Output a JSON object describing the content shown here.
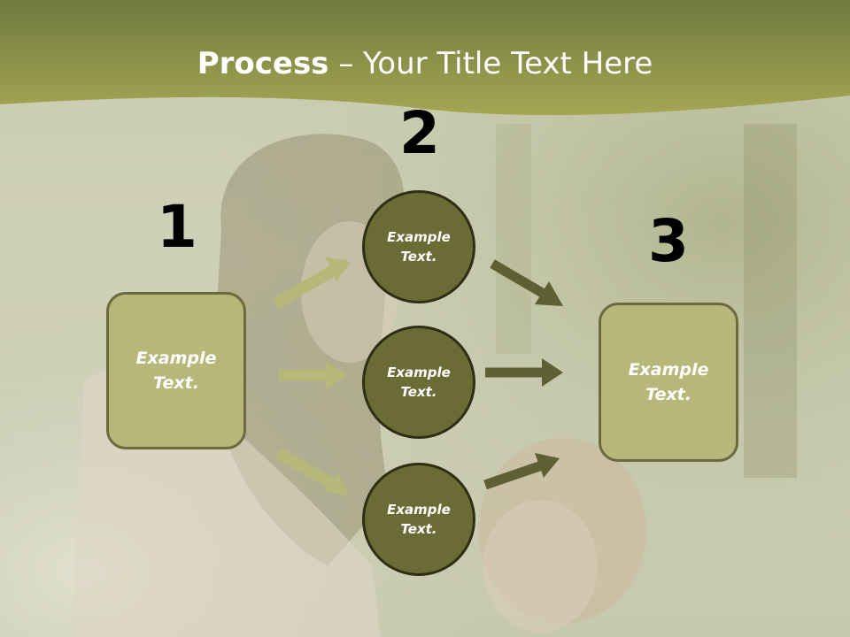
{
  "header": {
    "title_bold": "Process",
    "title_rest": " – Your Title Text Here"
  },
  "steps": {
    "one": "1",
    "two": "2",
    "three": "3"
  },
  "left_box": {
    "text": "Example\nText."
  },
  "right_box": {
    "text": "Example\nText."
  },
  "circles": [
    {
      "text": "Example\nText."
    },
    {
      "text": "Example\nText."
    },
    {
      "text": "Example\nText."
    }
  ],
  "colors": {
    "header_band": "#a3a355",
    "box_fill": "#b7b77a",
    "circle_fill": "#6b6b36",
    "arrow_light": "#b6b87a",
    "arrow_dark": "#5f5f34"
  }
}
